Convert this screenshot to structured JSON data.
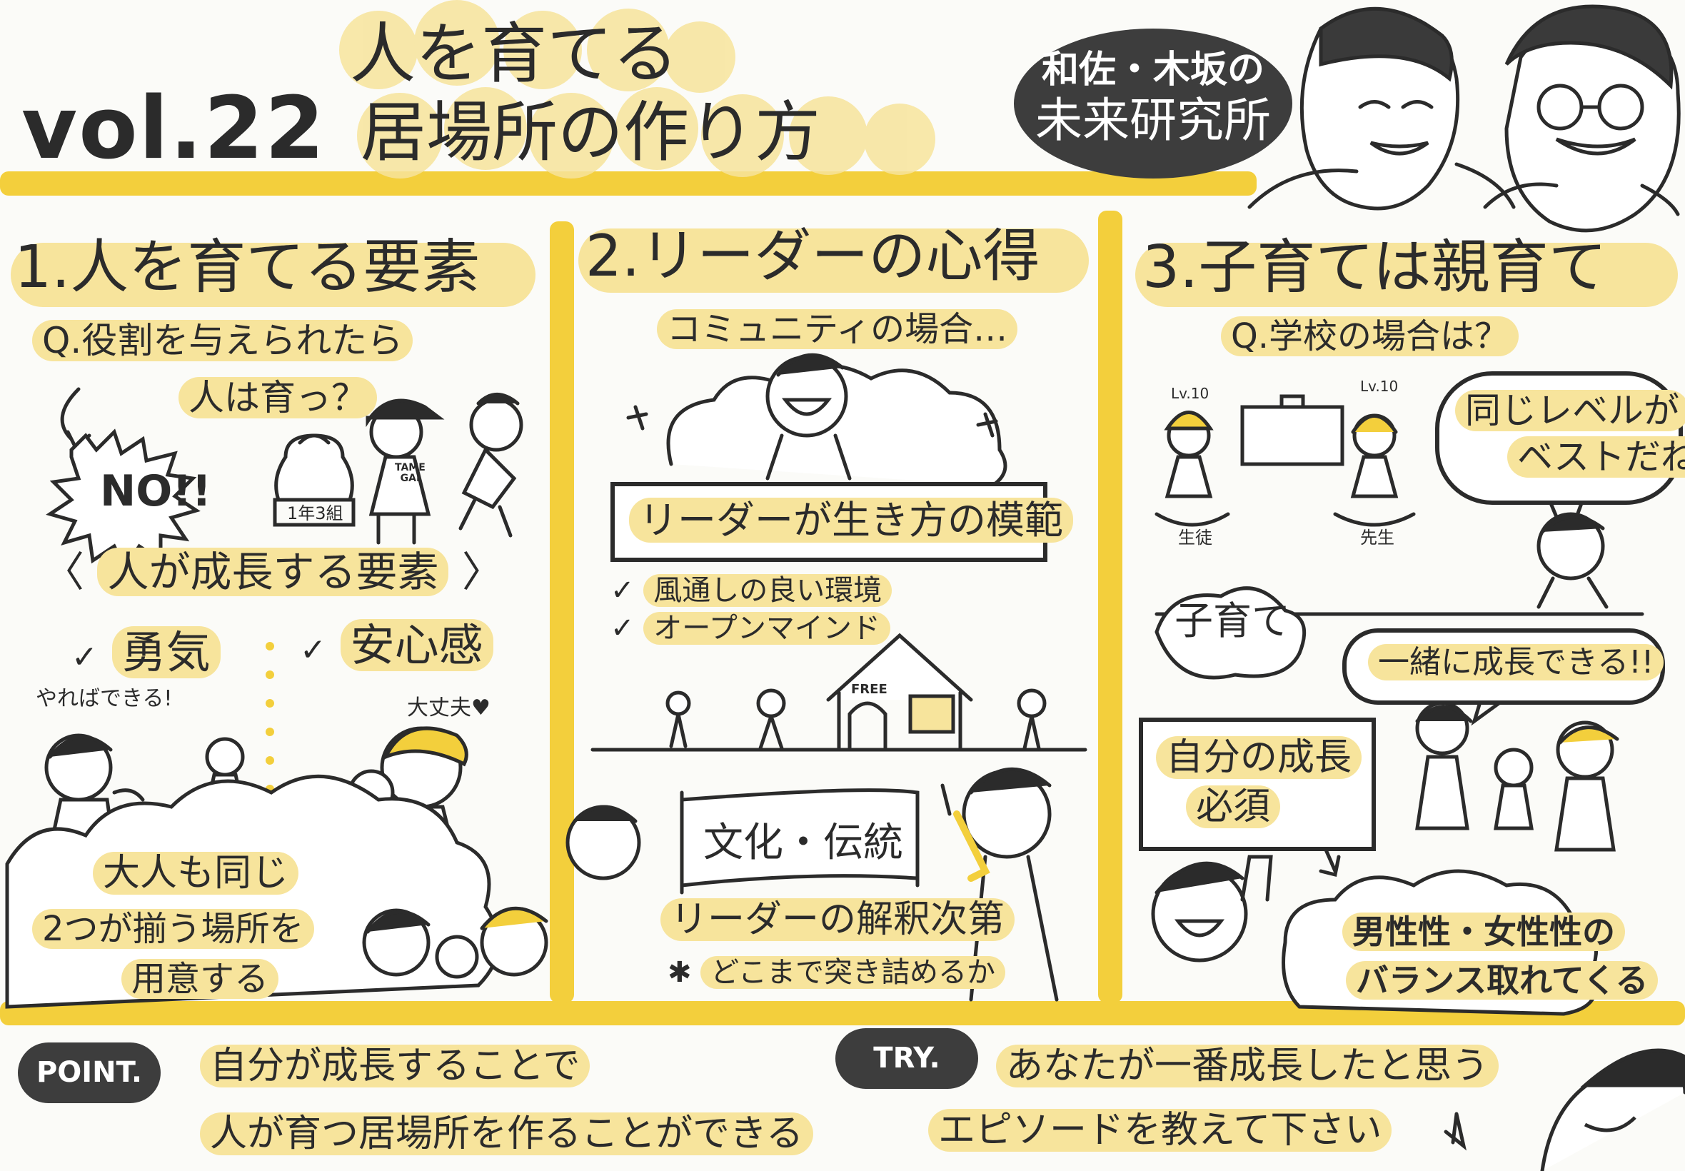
{
  "header": {
    "vol": "vol.22",
    "title_line1": "人を育てる",
    "title_line2": "居場所の作り方",
    "badge_line1": "和佐・木坂の",
    "badge_line2": "未来研究所"
  },
  "section1": {
    "heading": "1.人を育てる要素",
    "question_line1": "Q.役割を与えられたら",
    "question_line2": "人は育っ？",
    "answer": "NO!!",
    "cap_text_line1": "TAME",
    "cap_text_line2": "GAI",
    "class_label": "1年3組",
    "growth_heading_left": "〈",
    "growth_heading": "人が成長する要素",
    "growth_heading_right": "〉",
    "check": "✓",
    "elem1": "勇気",
    "elem1_quote": "やればできる!",
    "elem2": "安心感",
    "elem2_quote": "大丈夫♥",
    "cloud_line1": "大人も同じ",
    "cloud_line2": "2つが揃う場所を",
    "cloud_line3": "用意する"
  },
  "section2": {
    "heading": "2.リーダーの心得",
    "sub": "コミュニティの場合…",
    "banner": "リーダーが生き方の模範",
    "bullet1": "風通しの良い環境",
    "bullet2": "オープンマインド",
    "bullet_mark": "✓",
    "house_sign": "FREE",
    "scroll_text": "文化・伝統",
    "note_main": "リーダーの解釈次第",
    "note_sub": "どこまで突き詰めるか",
    "note_mark": "✱"
  },
  "section3": {
    "heading": "3.子育ては親育て",
    "question": "Q.学校の場合は？",
    "lv_left": "Lv.10",
    "lv_right": "Lv.10",
    "student": "生徒",
    "teacher": "先生",
    "speech_line1": "同じレベルが",
    "speech_line2": "ベストだね",
    "cloud_kosodate": "子育て",
    "together": "一緒に成長できる!!",
    "sign_line1": "自分の成長",
    "sign_line2": "必須",
    "result_line1": "男性性・女性性の",
    "result_line2": "バランス取れてくる"
  },
  "footer": {
    "point_label": "POINT.",
    "point_line1": "自分が成長することで",
    "point_line2": "人が育つ居場所を作ることができる",
    "try_label": "TRY.",
    "try_line1": "あなたが一番成長したと思う",
    "try_line2": "エピソードを教えて下さい"
  },
  "colors": {
    "accent_yellow": "#f3cf3c",
    "highlight_yellow": "#f7e49c",
    "ink": "#2b2b2b",
    "badge": "#3d3d3d"
  }
}
